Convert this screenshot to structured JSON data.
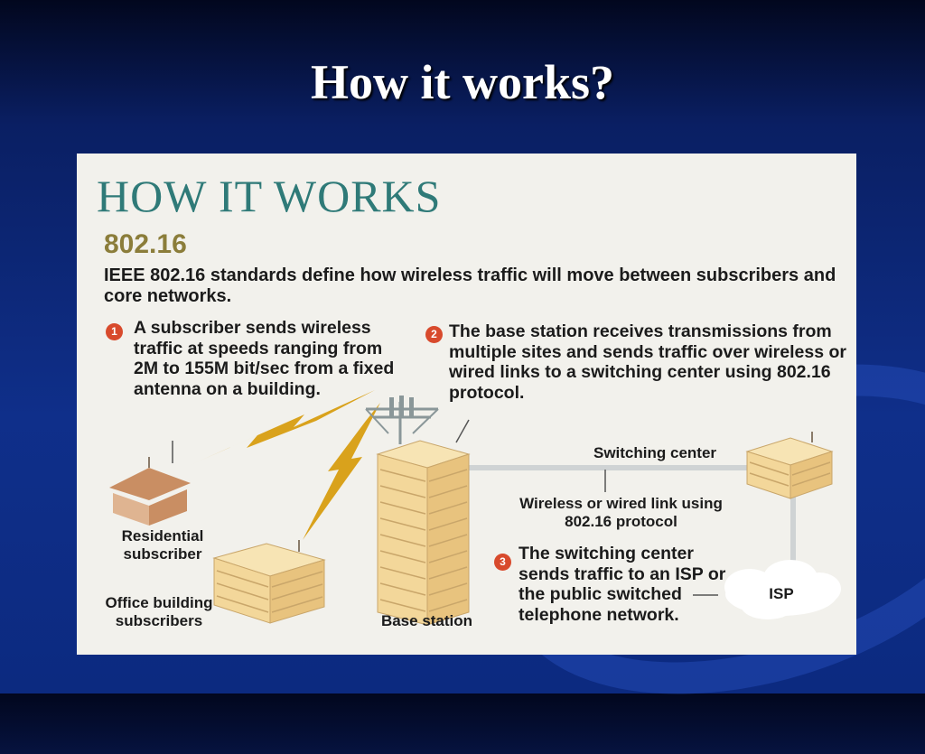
{
  "slide": {
    "title": "How it works?"
  },
  "infographic": {
    "heading": "HOW IT WORKS",
    "subheading": "802.16",
    "intro": "IEEE 802.16 standards define how wireless traffic will move between subscribers and core networks.",
    "steps": [
      {
        "number": "1",
        "text": "A subscriber sends wireless traffic at speeds ranging from 2M to 155M bit/sec from a fixed antenna on a building."
      },
      {
        "number": "2",
        "text": "The base station receives transmissions from multiple sites and sends traffic over wireless or wired links to a switching center using 802.16 protocol."
      },
      {
        "number": "3",
        "text": "The switching center sends traffic to an ISP or the public switched telephone network."
      }
    ],
    "labels": {
      "switching_center": "Switching center",
      "link": "Wireless or wired link using 802.16 protocol",
      "residential": "Residential subscriber",
      "office": "Office building subscribers",
      "base_station": "Base station",
      "isp": "ISP"
    }
  },
  "colors": {
    "heading": "#2f7a78",
    "subheading": "#8b7d3a",
    "step_badge": "#d84a2c",
    "lightning": "#d9a21c",
    "building": "#f3d79a"
  }
}
